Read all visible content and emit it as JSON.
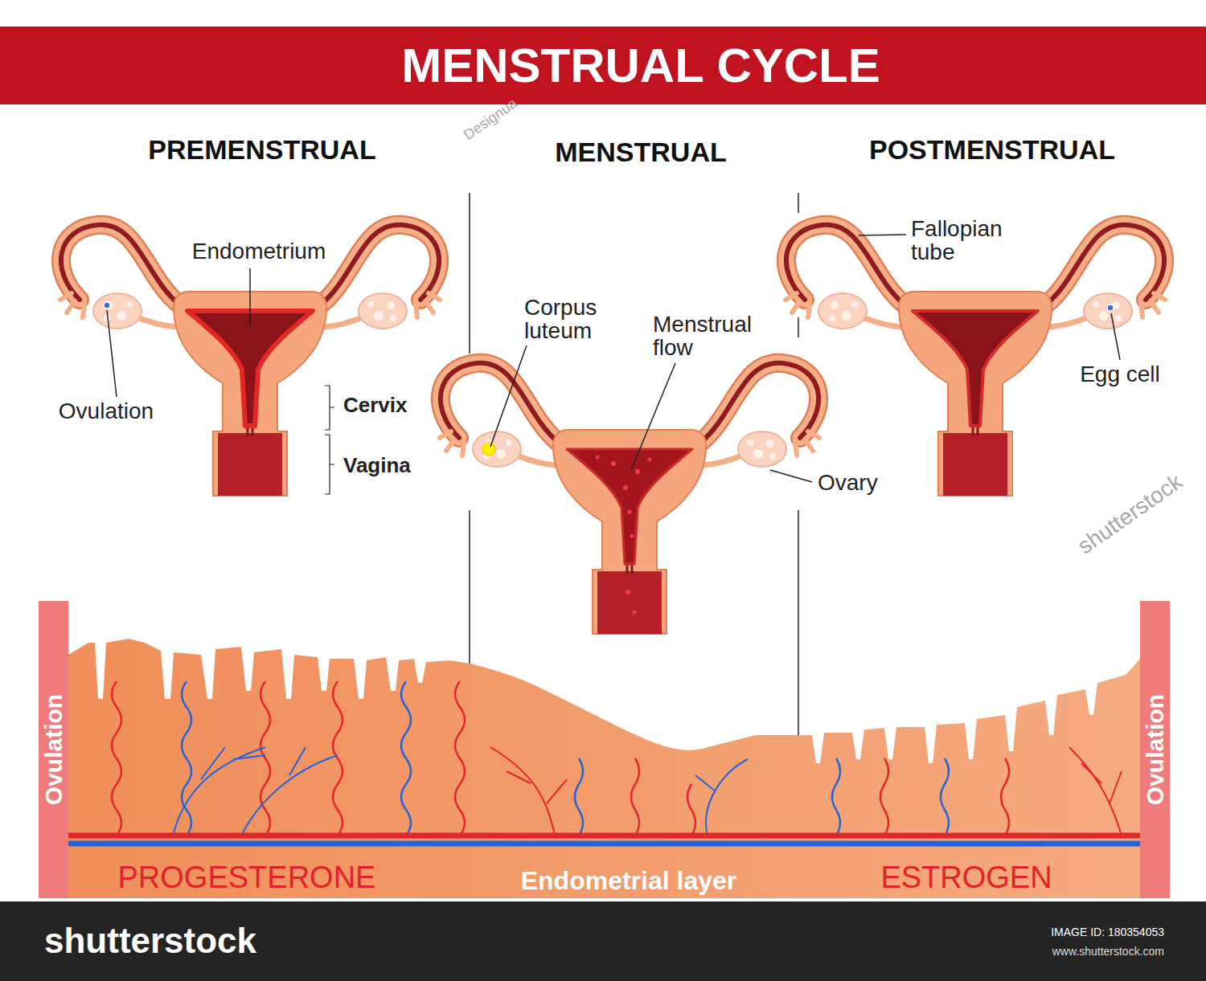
{
  "diagram": {
    "title": "MENSTRUAL CYCLE",
    "nodes": [
      {
        "text": [
          "Ovulation"
        ]
      },
      {
        "text": [
          "Ovulation"
        ]
      }
    ],
    "labels": [
      "PREMENSTRUAL",
      "MENSTRUAL",
      "POSTMENSTRUAL",
      "Endometrium",
      "Ovulation",
      "Cervix",
      "Vagina",
      "Corpus luteum",
      "Menstrual flow",
      "Ovary",
      "Fallopian tube",
      "Egg cell",
      "PROGESTERONE",
      "Endometrial layer",
      "ESTROGEN",
      "shutterstock",
      "IMAGE ID: 180354053",
      "www.shutterstock.com",
      "Designua",
      "shutterstock"
    ]
  }
}
